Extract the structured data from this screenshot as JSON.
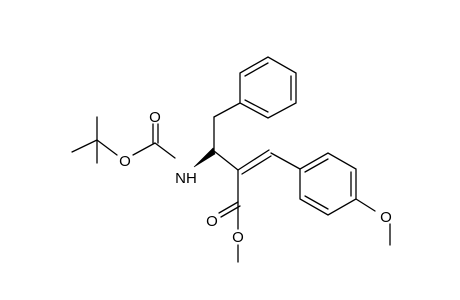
{
  "molecule": {
    "atoms": {
      "carbonyl_o_boc": "O",
      "ester_o_boc": "O",
      "nitrogen": "NH",
      "carbonyl_o_ester": "O",
      "ester_o_methyl": "O",
      "methoxy_o": "O"
    }
  }
}
